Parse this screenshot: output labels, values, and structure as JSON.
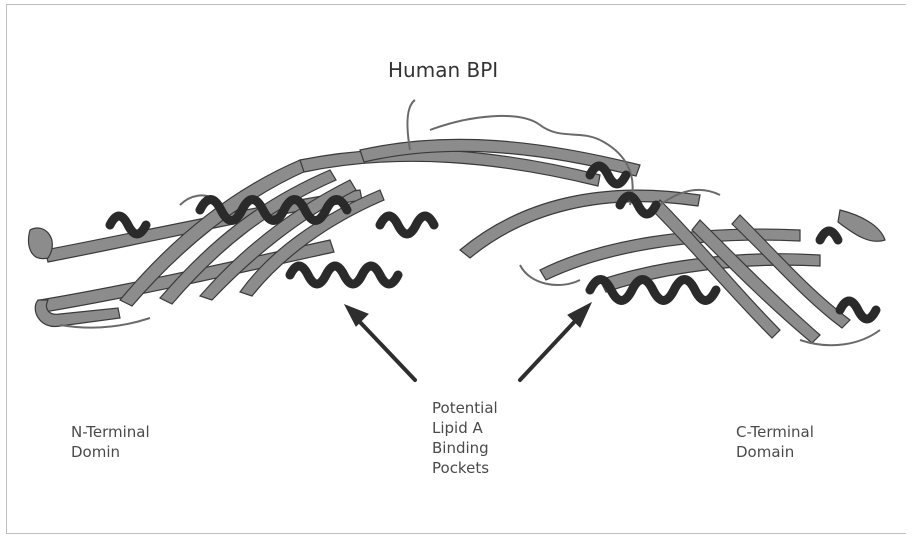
{
  "title": "Human BPI",
  "labels": {
    "n_terminal": "N-Terminal\nDomin",
    "c_terminal": "C-Terminal\nDomain",
    "pockets": "Potential\nLipid A\nBinding\nPockets"
  },
  "colors": {
    "sheet": "#8c8c8c",
    "helix": "#2a2a2a",
    "loop": "#6a6a6a",
    "text": "#4a4a4a",
    "arrow": "#2e2e2e"
  }
}
